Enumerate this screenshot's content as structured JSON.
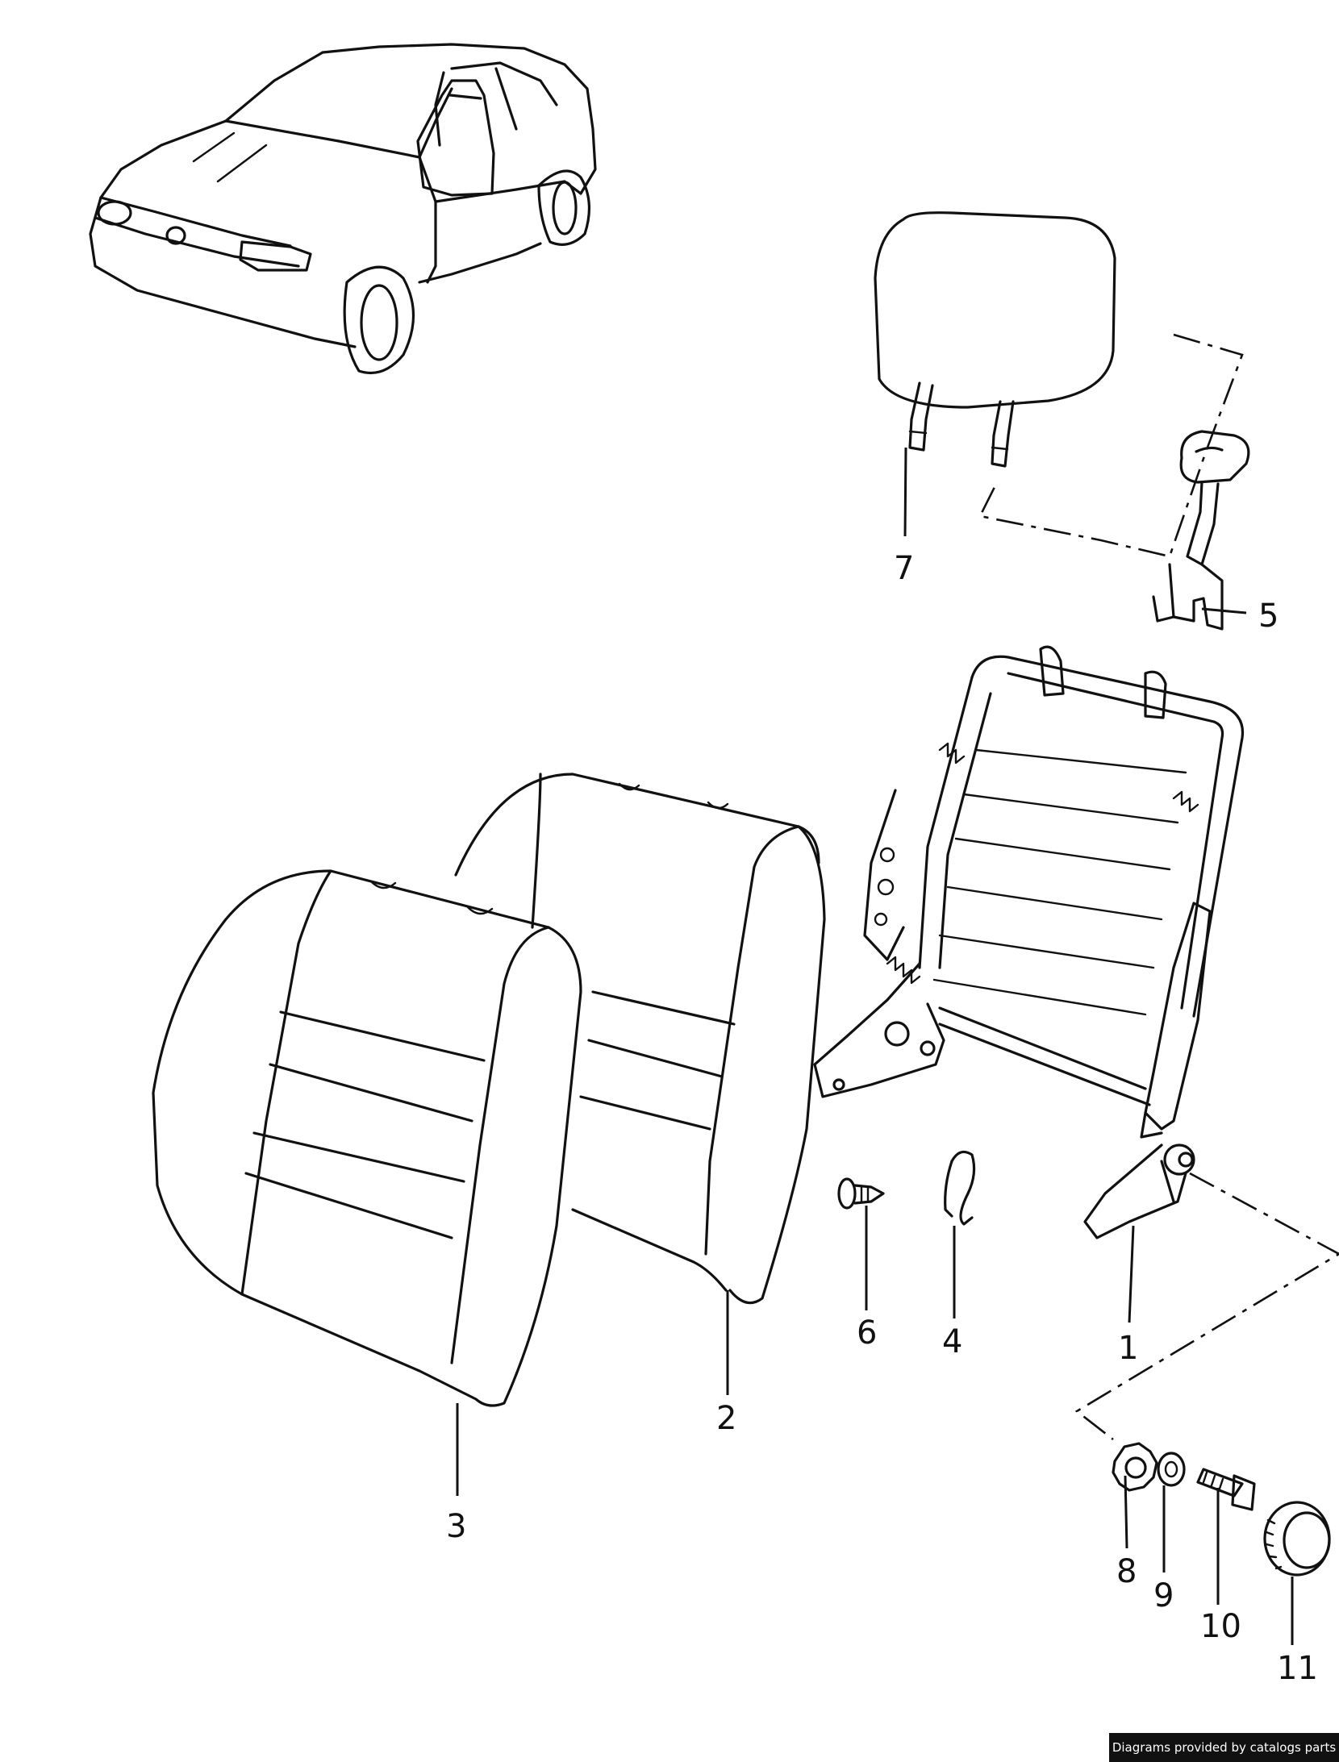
{
  "callouts": [
    "1",
    "2",
    "3",
    "4",
    "5",
    "6",
    "7",
    "8",
    "9",
    "10",
    "11"
  ],
  "credit": "Diagrams provided by catalogs parts"
}
